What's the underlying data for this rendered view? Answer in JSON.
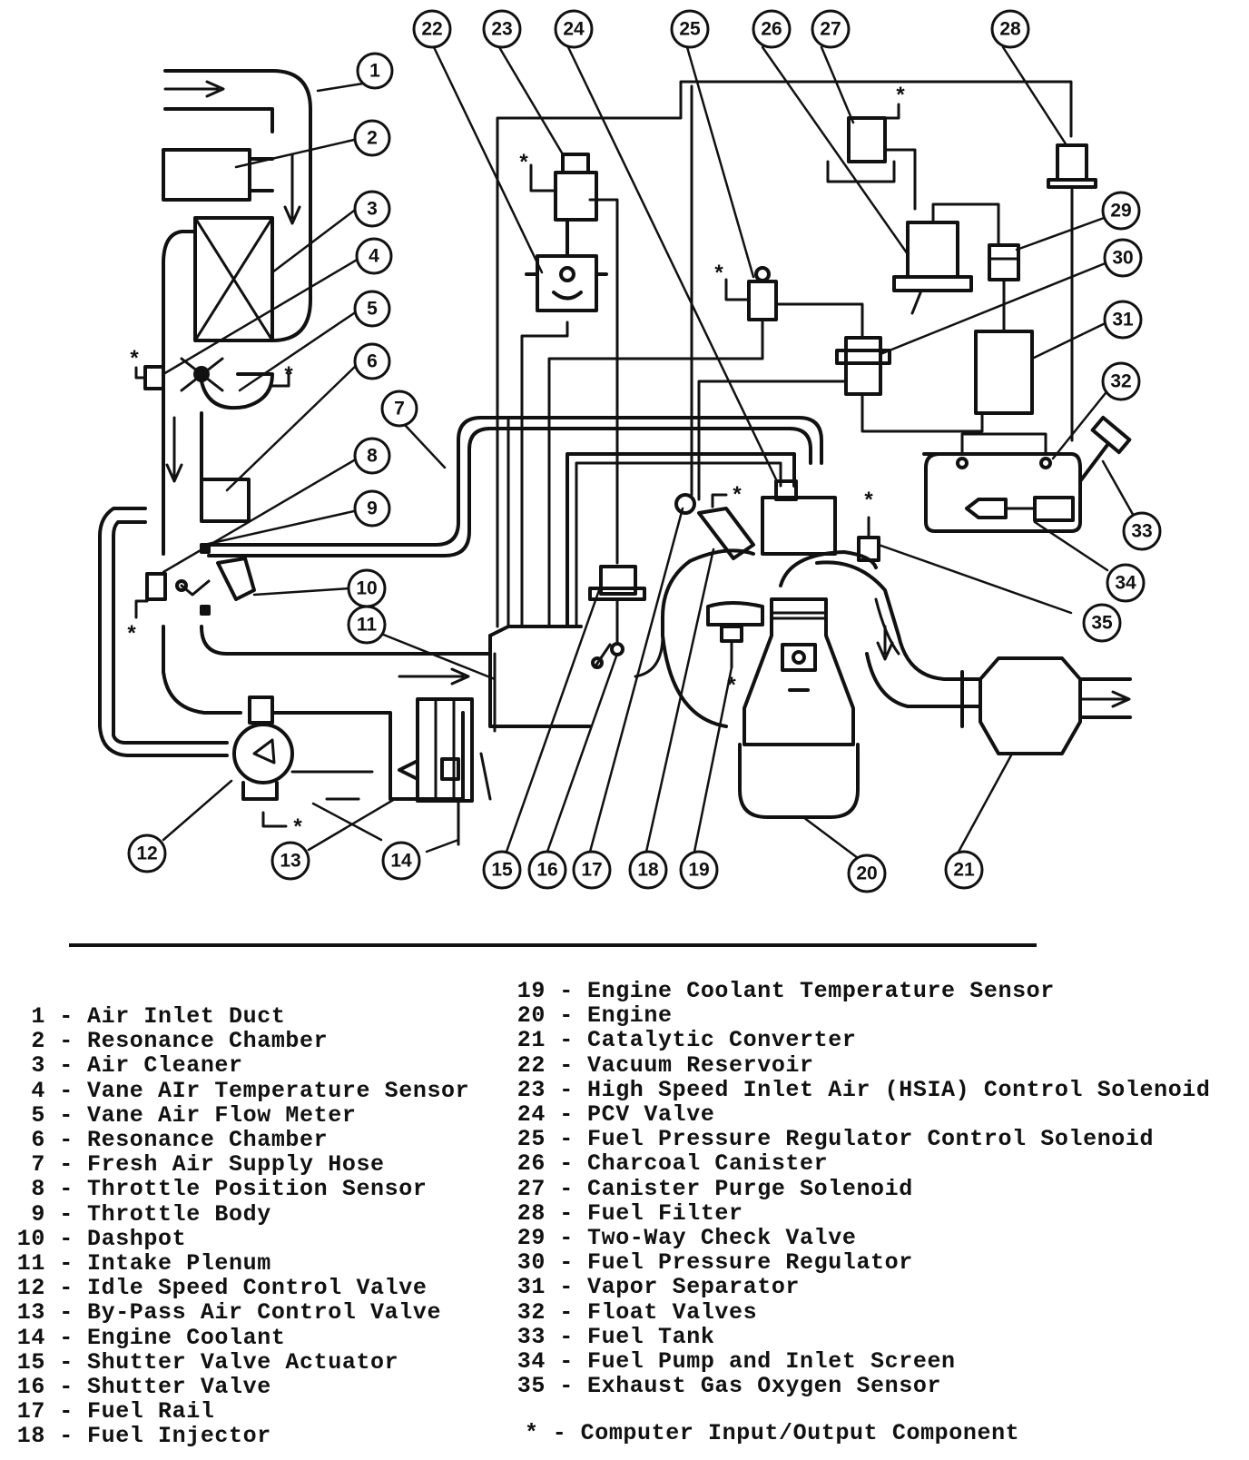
{
  "figure_marker": "*",
  "legend": {
    "left": [
      {
        "num": "1",
        "label": "Air Inlet Duct"
      },
      {
        "num": "2",
        "label": "Resonance Chamber"
      },
      {
        "num": "3",
        "label": "Air Cleaner"
      },
      {
        "num": "4",
        "label": "Vane AIr Temperature Sensor"
      },
      {
        "num": "5",
        "label": "Vane Air Flow Meter"
      },
      {
        "num": "6",
        "label": "Resonance Chamber"
      },
      {
        "num": "7",
        "label": "Fresh Air Supply Hose"
      },
      {
        "num": "8",
        "label": "Throttle Position Sensor"
      },
      {
        "num": "9",
        "label": "Throttle Body"
      },
      {
        "num": "10",
        "label": "Dashpot"
      },
      {
        "num": "11",
        "label": "Intake Plenum"
      },
      {
        "num": "12",
        "label": "Idle Speed Control Valve"
      },
      {
        "num": "13",
        "label": "By-Pass Air Control Valve"
      },
      {
        "num": "14",
        "label": "Engine Coolant"
      },
      {
        "num": "15",
        "label": "Shutter Valve Actuator"
      },
      {
        "num": "16",
        "label": "Shutter Valve"
      },
      {
        "num": "17",
        "label": "Fuel Rail"
      },
      {
        "num": "18",
        "label": "Fuel Injector"
      }
    ],
    "right": [
      {
        "num": "19",
        "label": "Engine Coolant Temperature Sensor"
      },
      {
        "num": "20",
        "label": "Engine"
      },
      {
        "num": "21",
        "label": "Catalytic Converter"
      },
      {
        "num": "22",
        "label": "Vacuum Reservoir"
      },
      {
        "num": "23",
        "label": "High Speed Inlet Air (HSIA) Control Solenoid"
      },
      {
        "num": "24",
        "label": "PCV Valve"
      },
      {
        "num": "25",
        "label": "Fuel Pressure Regulator Control Solenoid"
      },
      {
        "num": "26",
        "label": "Charcoal Canister"
      },
      {
        "num": "27",
        "label": "Canister Purge Solenoid"
      },
      {
        "num": "28",
        "label": "Fuel Filter"
      },
      {
        "num": "29",
        "label": "Two-Way Check Valve"
      },
      {
        "num": "30",
        "label": "Fuel Pressure Regulator"
      },
      {
        "num": "31",
        "label": "Vapor Separator"
      },
      {
        "num": "32",
        "label": "Float Valves"
      },
      {
        "num": "33",
        "label": "Fuel Tank"
      },
      {
        "num": "34",
        "label": "Fuel Pump and Inlet Screen"
      },
      {
        "num": "35",
        "label": "Exhaust Gas Oxygen Sensor"
      }
    ],
    "separator": "-",
    "footnote": {
      "symbol": "*",
      "label": "Computer Input/Output Component"
    }
  }
}
